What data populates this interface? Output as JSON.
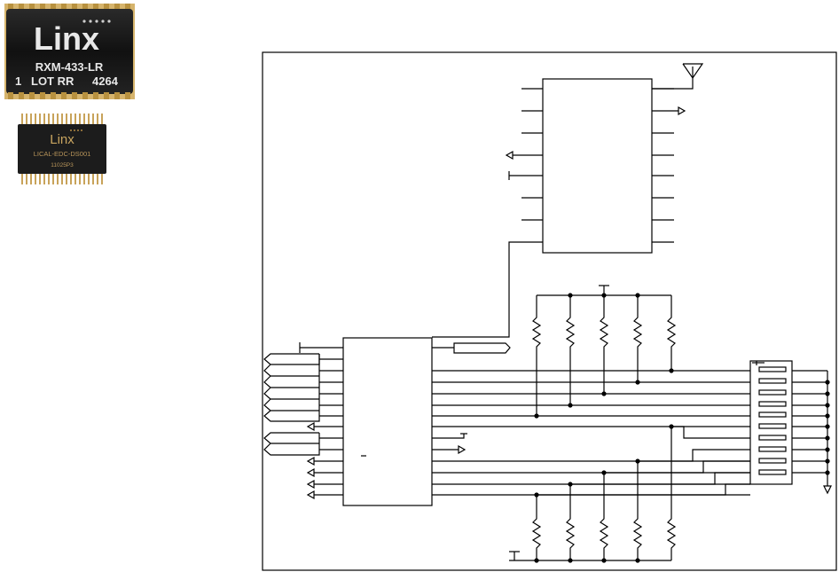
{
  "receiver_module": {
    "brand": "Linx",
    "model": "RXM-433-LR",
    "lot_line_1": "1",
    "lot_line_2": "LOT RR",
    "lot_line_3": "4264"
  },
  "decoder_chip": {
    "brand": "Linx",
    "model": "LICAL-EDC-DS001",
    "code": "11025P3"
  },
  "colors": {
    "chip_body": "#1c1c1c",
    "chip_pins": "#c8a35a",
    "chip_text": "#e8e8e8",
    "wire": "#000000"
  }
}
